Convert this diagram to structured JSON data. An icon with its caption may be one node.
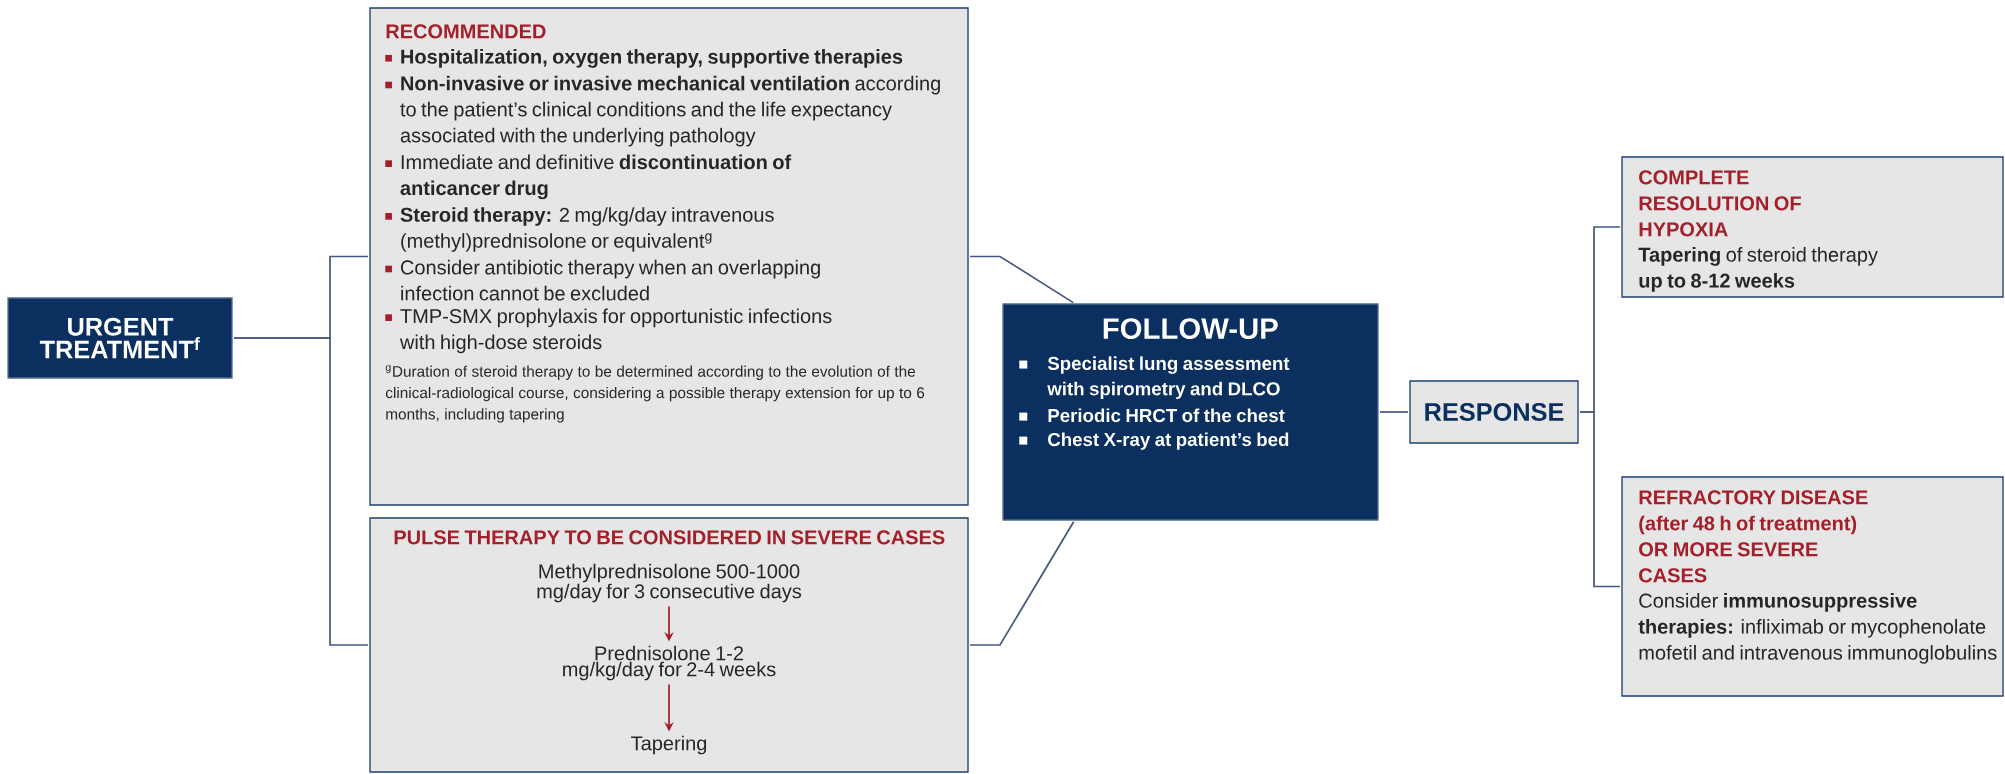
{
  "diagram": {
    "nodes": [
      {
        "text": [
          "URGENT TREATMENT$^{f}$"
        ]
      },
      {
        "text": [
          "RECOMMENDED",
          "**Hospitalization, oxygen therapy, supportive therapies**",
          "**Non-invasive or invasive mechanical ventilation** according to the patient’s clinical conditions and the life expectancy associated with the underlying pathology",
          "Immediate and definitive **discontinuation of anticancer drug**",
          "**Steroid therapy:** 2 mg/kg/day intravenous (methyl)prednisolone or equivalent$^{g}$",
          "Consider antibiotic therapy when an overlapping infection cannot be excluded",
          "TMP-SMX prophylaxis for opportunistic infections with high-dose steroids",
          "$^{g}$Duration of steroid therapy to be determined according to the evolution of the clinical-radiological course, considering a possible therapy extension for up to 6 months, including tapering"
        ]
      },
      {
        "text": [
          "PULSE THERAPY TO BE CONSIDERED IN SEVERE CASES"
        ]
      },
      {
        "text": [
          "Methylprednisolone 500-1000 mg/day for 3 consecutive days"
        ],
        "in": 2
      },
      {
        "text": [
          "Prednisolone 1-2 mg/kg/day for 2-4 weeks"
        ],
        "in": 2
      },
      {
        "text": [
          "Tapering"
        ],
        "in": 2
      },
      {
        "text": [
          "FOLLOW-UP",
          "Specialist lung assessment with spirometry and DLCO",
          "Periodic HRCT of the chest",
          "Chest X-ray at patient’s bed"
        ]
      },
      {
        "text": [
          "RESPONSE"
        ]
      },
      {
        "text": [
          "COMPLETE RESOLUTION OF HYPOXIA",
          "**Tapering** of steroid therapy **up to 8-12 weeks**"
        ]
      },
      {
        "text": [
          "REFRACTORY DISEASE (after 48 h of treatment) OR MORE SEVERE CASES",
          "Consider **immunosuppressive therapies:** infliximab or mycophenolate mofetil and intravenous immunoglobulins"
        ]
      }
    ],
    "edges": [
      {
        "from": 0,
        "to": 1,
        "arrow": "none"
      },
      {
        "from": 0,
        "to": 2,
        "arrow": "none"
      },
      {
        "from": 1,
        "to": 6,
        "arrow": "none"
      },
      {
        "from": 2,
        "to": 6,
        "arrow": "none"
      },
      {
        "from": 6,
        "to": 7,
        "arrow": "none"
      },
      {
        "from": 7,
        "to": 8,
        "arrow": "none"
      },
      {
        "from": 7,
        "to": 9,
        "arrow": "none"
      },
      {
        "from": 3,
        "to": 4,
        "arrow": "to",
        "color": "#a31f2a"
      },
      {
        "from": 4,
        "to": 5,
        "arrow": "to",
        "color": "#a31f2a"
      }
    ]
  }
}
